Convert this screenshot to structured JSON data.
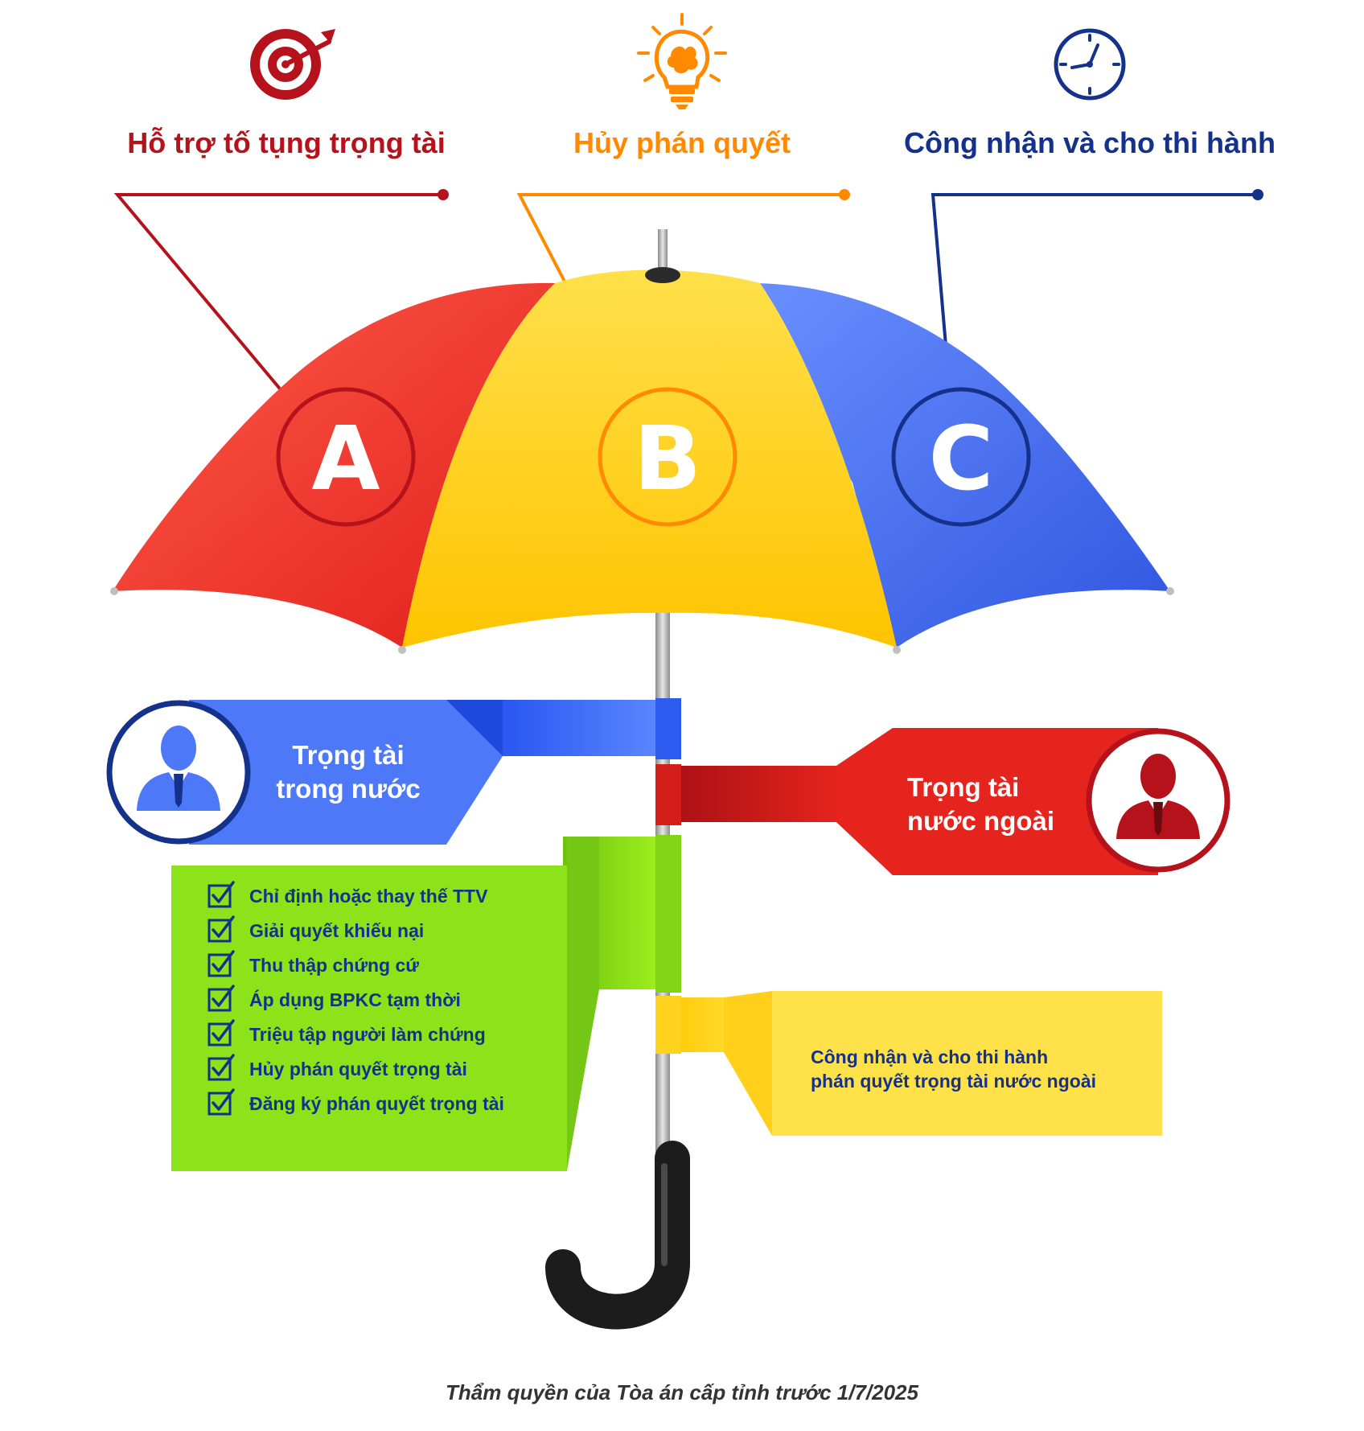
{
  "headings": {
    "a": "Hỗ trợ tố tụng trọng tài",
    "b": "Hủy phán quyết",
    "c": "Công nhận và cho thi hành"
  },
  "panels": {
    "a": {
      "letter": "A"
    },
    "b": {
      "letter": "B"
    },
    "c": {
      "letter": "C"
    }
  },
  "ribbons": {
    "domestic": {
      "line1": "Trọng tài",
      "line2": "trong nước"
    },
    "foreign": {
      "line1": "Trọng tài",
      "line2": "nước ngoài"
    }
  },
  "checklist": [
    "Chỉ định hoặc thay thế TTV",
    "Giải quyết khiếu nại",
    "Thu thập chứng cứ",
    "Áp dụng BPKC tạm thời",
    "Triệu tập người làm chứng",
    "Hủy phán quyết trọng tài",
    "Đăng ký phán quyết trọng tài"
  ],
  "yellow_box": {
    "line1": "Công nhận và cho thi hành",
    "line2": "phán quyết trọng tài nước ngoài"
  },
  "caption": "Thẩm quyền của Tòa án cấp tỉnh trước 1/7/2025",
  "icons": {
    "a": "target-arrow-icon",
    "b": "lightbulb-brain-icon",
    "c": "clock-icon",
    "domestic": "businessman-icon",
    "foreign": "businessman-icon",
    "check": "checkbox-icon"
  },
  "colors": {
    "red": "#e8231e",
    "dark_red": "#b5121b",
    "yellow": "#ffd21e",
    "orange": "#ff8a00",
    "blue": "#3d6af2",
    "navy": "#14318c",
    "green": "#8de31a",
    "light_yellow": "#ffe24a"
  }
}
